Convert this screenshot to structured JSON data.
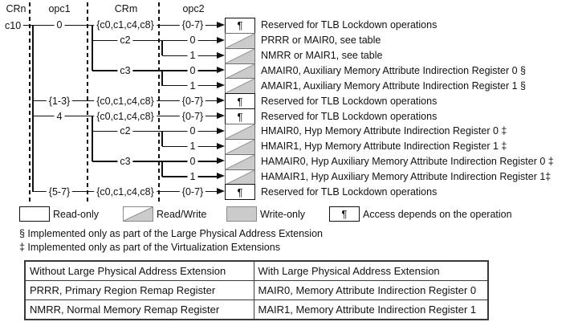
{
  "diagram": {
    "columns": [
      "CRn",
      "opc1",
      "CRm",
      "opc2"
    ],
    "crn_value": "c10",
    "pilcrow": "¶",
    "rows": [
      {
        "opc1": "0",
        "crm": "{c0,c1,c4,c8}",
        "opc2": "{0-7}",
        "access": "operation-dependent",
        "symbol": "¶",
        "label": "Reserved for TLB Lockdown operations"
      },
      {
        "crm": "c2",
        "opc2": "0",
        "access": "read-write",
        "label": "PRRR or MAIR0, see table"
      },
      {
        "opc2": "1",
        "access": "read-write",
        "label": "NMRR or MAIR1, see table"
      },
      {
        "crm": "c3",
        "opc2": "0",
        "access": "read-write",
        "label": "AMAIR0, Auxiliary Memory Attribute Indirection Register 0 §"
      },
      {
        "opc2": "1",
        "access": "read-write",
        "label": "AMAIR1, Auxiliary Memory Attribute Indirection Register 1 §"
      },
      {
        "opc1": "{1-3}",
        "crm": "{c0,c1,c4,c8}",
        "opc2": "{0-7}",
        "access": "operation-dependent",
        "symbol": "¶",
        "label": "Reserved for TLB Lockdown operations"
      },
      {
        "opc1": "4",
        "crm": "{c0,c1,c4,c8}",
        "opc2": "{0-7}",
        "access": "operation-dependent",
        "symbol": "¶",
        "label": "Reserved for TLB Lockdown operations"
      },
      {
        "crm": "c2",
        "opc2": "0",
        "access": "read-write",
        "label": "HMAIR0, Hyp Memory Attribute Indirection Register 0 ‡"
      },
      {
        "opc2": "1",
        "access": "read-write",
        "label": "HMAIR1, Hyp Memory Attribute Indirection Register 1 ‡"
      },
      {
        "crm": "c3",
        "opc2": "0",
        "access": "read-write",
        "label": "HAMAIR0, Hyp Auxiliary Memory Attribute Indirection Register 0 ‡"
      },
      {
        "opc2": "1",
        "access": "read-write",
        "label": "HAMAIR1, Hyp Auxiliary Memory Attribute Indirection Register 1‡"
      },
      {
        "opc1": "{5-7}",
        "crm": "{c0,c1,c4,c8}",
        "opc2": "{0-7}",
        "access": "operation-dependent",
        "symbol": "¶",
        "label": "Reserved for TLB Lockdown operations"
      }
    ],
    "legend": [
      {
        "symbol": "read-only",
        "label": "Read-only"
      },
      {
        "symbol": "read-write",
        "label": "Read/Write"
      },
      {
        "symbol": "write-only",
        "label": "Write-only"
      },
      {
        "symbol": "pilcrow",
        "label": "Access depends on the operation"
      }
    ],
    "footnotes": [
      "§ Implemented only as part of the Large Physical Address Extension",
      "‡ Implemented only as part of the Virtualization Extensions"
    ]
  },
  "table": {
    "headers": [
      "Without Large Physical Address Extension",
      "With Large Physical Address Extension"
    ],
    "rows": [
      [
        "PRRR, Primary Region Remap Register",
        "MAIR0, Memory Attribute Indirection Register 0"
      ],
      [
        "NMRR, Normal Memory Remap Register",
        "MAIR1, Memory Attribute Indirection Register 1"
      ]
    ]
  },
  "colors": {
    "gray_fill": "#cbcbcb",
    "gray_border": "#8a8a8a",
    "line": "#111111"
  }
}
